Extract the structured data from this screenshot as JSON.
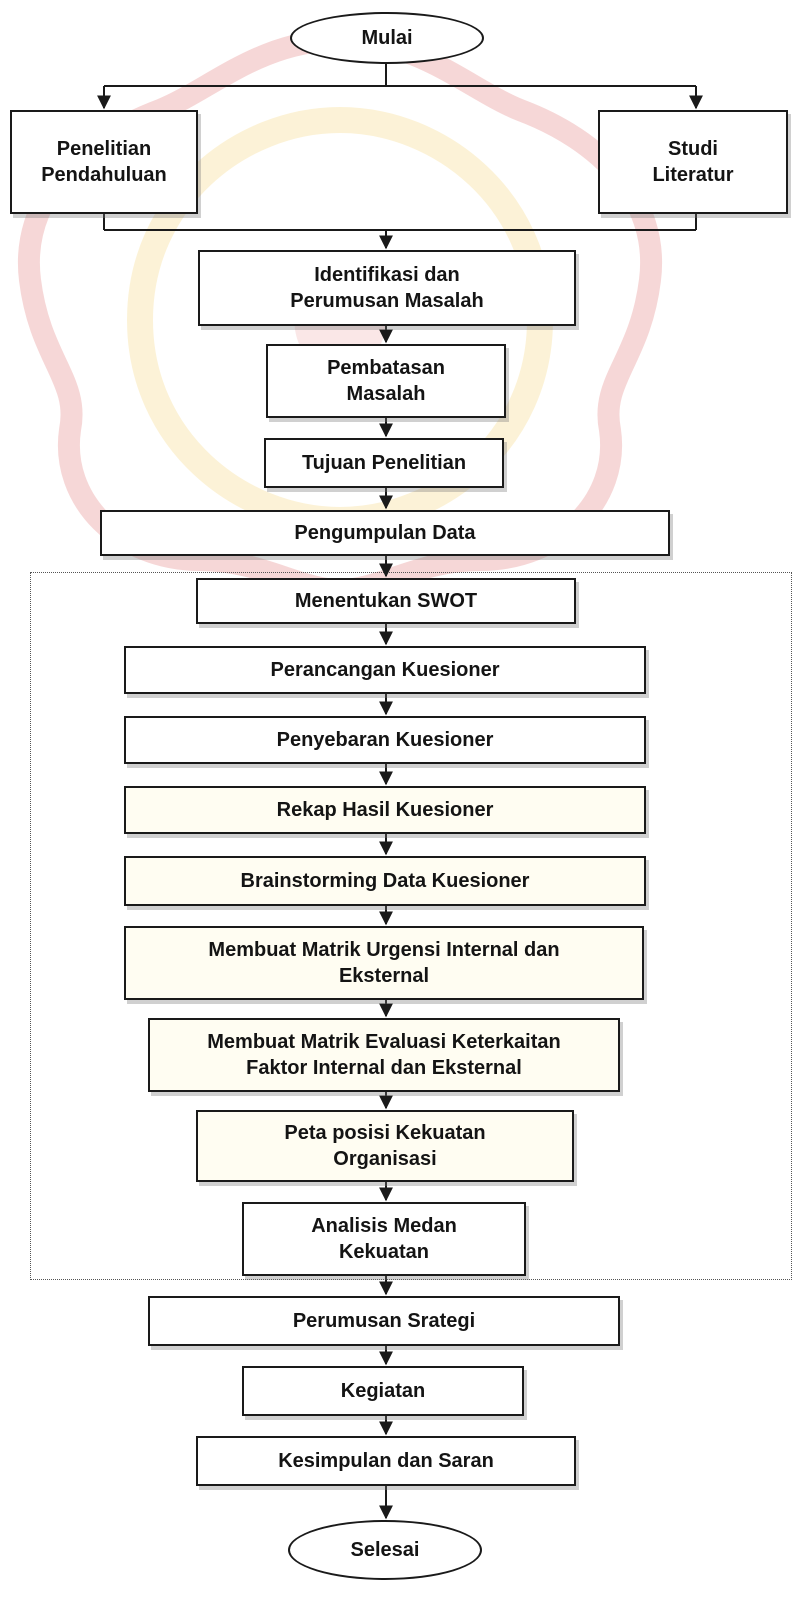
{
  "colors": {
    "stroke": "#1a1a1a",
    "text": "#141414",
    "watermark_red": "#d94c4c",
    "watermark_yellow": "#f2c94c"
  },
  "nodes": {
    "start": "Mulai",
    "preliminary_research": "Penelitian\nPendahuluan",
    "literature_study": "Studi\nLiteratur",
    "problem_identification": "Identifikasi  dan\nPerumusan Masalah",
    "problem_limitation": "Pembatasan\nMasalah",
    "research_objective": "Tujuan Penelitian",
    "data_collection": "Pengumpulan Data",
    "determine_swot": "Menentukan  SWOT",
    "questionnaire_design": "Perancangan Kuesioner",
    "questionnaire_distribution": "Penyebaran Kuesioner",
    "questionnaire_recap": "Rekap Hasil Kuesioner",
    "questionnaire_brainstorming": "Brainstorming Data Kuesioner",
    "urgency_matrix": "Membuat Matrik Urgensi Internal dan\nEksternal",
    "linkage_matrix": "Membuat Matrik Evaluasi Keterkaitan\nFaktor Internal dan Eksternal",
    "strength_position_map": "Peta posisi Kekuatan\nOrganisasi",
    "force_field_analysis": "Analisis Medan\nKekuatan",
    "strategy_formulation": "Perumusan Srategi",
    "activities": "Kegiatan",
    "conclusion": "Kesimpulan dan Saran",
    "end": "Selesai"
  }
}
